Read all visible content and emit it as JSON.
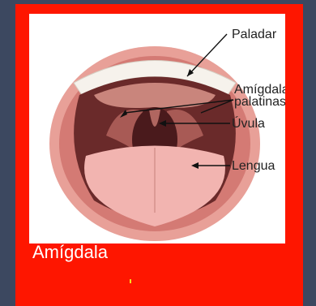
{
  "diagram": {
    "labels": {
      "paladar": "Paladar",
      "amigdalas_line1": "Amígdalas",
      "amigdalas_line2": "palatinas",
      "uvula": "Úvula",
      "lengua": "Lengua"
    }
  },
  "caption": "Amígdala",
  "colors": {
    "card_background": "#fe1600",
    "page_background": "#3c4860",
    "caption_text": "#ffffff"
  }
}
